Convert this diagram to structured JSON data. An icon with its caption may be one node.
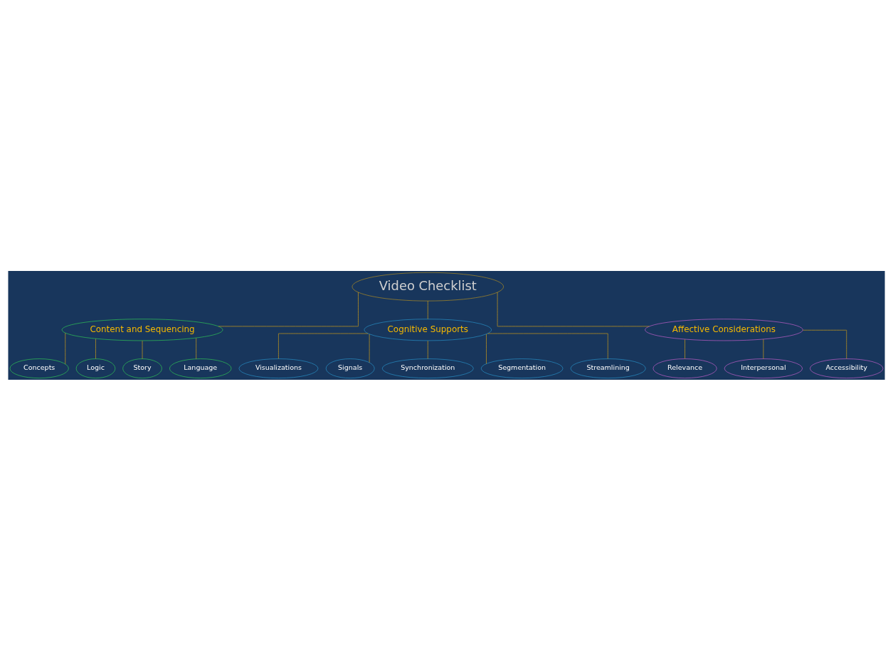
{
  "diagram": {
    "nodes": [
      {
        "text": [
          "Video Checklist"
        ]
      },
      {
        "text": [
          "Content and Sequencing"
        ]
      },
      {
        "text": [
          "Cognitive Supports"
        ]
      },
      {
        "text": [
          "Affective Considerations"
        ]
      },
      {
        "text": [
          "Concepts"
        ]
      },
      {
        "text": [
          "Logic"
        ]
      },
      {
        "text": [
          "Story"
        ]
      },
      {
        "text": [
          "Language"
        ]
      },
      {
        "text": [
          "Visualizations"
        ]
      },
      {
        "text": [
          "Signals"
        ]
      },
      {
        "text": [
          "Synchronization"
        ]
      },
      {
        "text": [
          "Segmentation"
        ]
      },
      {
        "text": [
          "Streamlining"
        ]
      },
      {
        "text": [
          "Relevance"
        ]
      },
      {
        "text": [
          "Interpersonal"
        ]
      },
      {
        "text": [
          "Accessibility"
        ]
      }
    ],
    "edges": [
      {
        "from": 0,
        "to": 1,
        "arrow": "none"
      },
      {
        "from": 0,
        "to": 2,
        "arrow": "none"
      },
      {
        "from": 0,
        "to": 3,
        "arrow": "none"
      },
      {
        "from": 1,
        "to": 4,
        "arrow": "none"
      },
      {
        "from": 1,
        "to": 5,
        "arrow": "none"
      },
      {
        "from": 1,
        "to": 6,
        "arrow": "none"
      },
      {
        "from": 1,
        "to": 7,
        "arrow": "none"
      },
      {
        "from": 2,
        "to": 8,
        "arrow": "none"
      },
      {
        "from": 2,
        "to": 9,
        "arrow": "none"
      },
      {
        "from": 2,
        "to": 10,
        "arrow": "none"
      },
      {
        "from": 2,
        "to": 11,
        "arrow": "none"
      },
      {
        "from": 2,
        "to": 12,
        "arrow": "none"
      },
      {
        "from": 3,
        "to": 13,
        "arrow": "none"
      },
      {
        "from": 3,
        "to": 14,
        "arrow": "none"
      },
      {
        "from": 3,
        "to": 15,
        "arrow": "none"
      }
    ]
  }
}
